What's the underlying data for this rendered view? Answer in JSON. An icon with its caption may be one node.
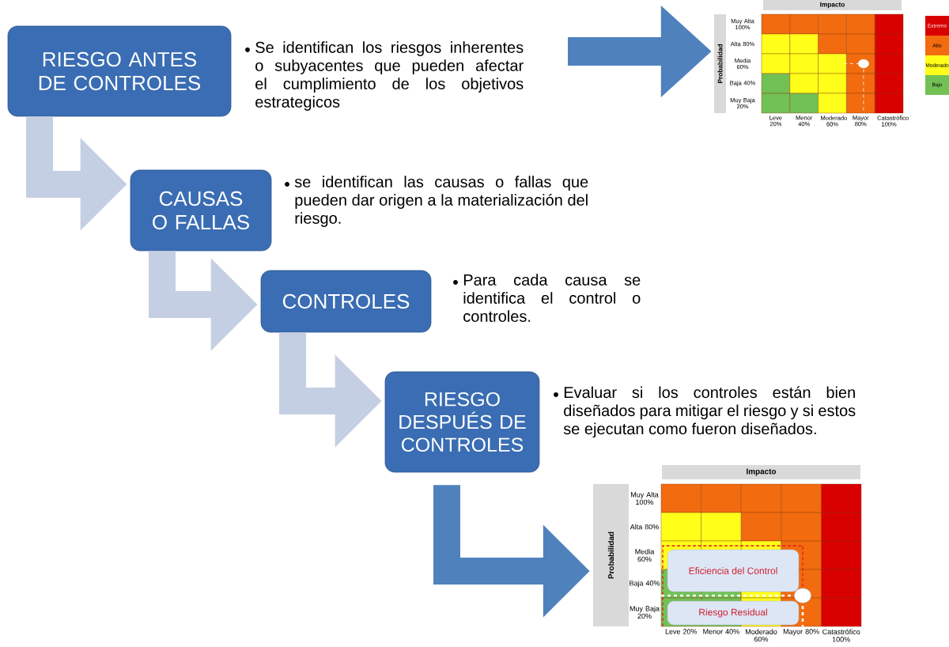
{
  "diagram": {
    "nodes": [
      {
        "text": [
          "RIESGO ANTES DE CONTROLES"
        ],
        "beside": [
          "Se identifican los riesgos inherentes o subyacentes que pueden afectar el cumplimiento de los objetivos estrategicos"
        ]
      },
      {
        "text": [
          "CAUSAS O FALLAS"
        ],
        "beside": [
          "se identifican las causas o fallas que pueden dar origen a la materialización del riesgo."
        ]
      },
      {
        "text": [
          "CONTROLES"
        ],
        "beside": [
          "Para cada causa se identifica el control o controles."
        ]
      },
      {
        "text": [
          "RIESGO DESPUÉS DE CONTROLES"
        ],
        "beside": [
          "Evaluar si los controles están bien diseñados para mitigar el riesgo y si estos se ejecutan como fueron diseñados."
        ]
      },
      {
        "text": [],
        "shape": "grid"
      },
      {
        "text": [],
        "shape": "grid"
      },
      {
        "text": [
          "Eficiencia del Control"
        ],
        "in": 5
      },
      {
        "text": [
          "Riesgo Residual"
        ],
        "in": 5
      }
    ],
    "edges": [
      {
        "from": 0,
        "to": 4,
        "arrow": "to",
        "color": "#4f81bd"
      },
      {
        "from": 0,
        "to": 1,
        "arrow": "to"
      },
      {
        "from": 1,
        "to": 2,
        "arrow": "to"
      },
      {
        "from": 2,
        "to": 3,
        "arrow": "to"
      },
      {
        "from": 3,
        "to": 5,
        "arrow": "to",
        "color": "#4f81bd"
      }
    ],
    "labels": [
      "Impacto",
      "Probabilidad",
      "Muy Alta 100%",
      "Alta 80%",
      "Media 60%",
      "Baja 40%",
      "Muy Baja 20%",
      "Leve 20%",
      "Menor 40%",
      "Moderado 60%",
      "Mayor 80%",
      "Catastrófico 100%",
      "Impacto",
      "Probabilidad",
      "Muy Alta 100%",
      "Alta 80%",
      "Media 60%",
      "Baja 40%",
      "Muy Baja 20%",
      "Leve 20%",
      "Menor 40%",
      "Moderado 60%",
      "Mayor 80%",
      "Catastrófico 100%"
    ],
    "legend": [
      {
        "text": "Extremo",
        "color": "#d90000"
      },
      {
        "text": "Alto",
        "color": "#f26b0f"
      },
      {
        "text": "Moderado",
        "color": "#ffff1a"
      },
      {
        "text": "Bajo",
        "color": "#72c155"
      }
    ]
  }
}
